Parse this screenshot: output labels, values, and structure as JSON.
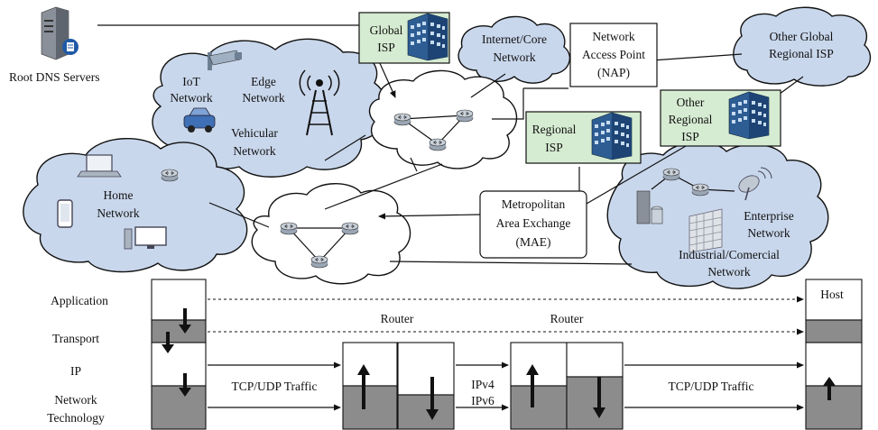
{
  "nodes": {
    "root_dns": "Root DNS Servers",
    "global_isp": [
      "Global",
      "ISP"
    ],
    "internet_core": [
      "Internet/Core",
      "Network"
    ],
    "nap": [
      "Network",
      "Access Point",
      "(NAP)"
    ],
    "other_global": [
      "Other Global",
      "Regional ISP"
    ],
    "iot": [
      "IoT",
      "Network"
    ],
    "edge": [
      "Edge",
      "Network"
    ],
    "vehicular": [
      "Vehicular",
      "Network"
    ],
    "regional_isp": [
      "Regional",
      "ISP"
    ],
    "other_regional": [
      "Other",
      "Regional",
      "ISP"
    ],
    "home": [
      "Home",
      "Network"
    ],
    "mae": [
      "Metropolitan",
      "Area Exchange",
      "(MAE)"
    ],
    "enterprise": [
      "Enterprise",
      "Network"
    ],
    "industrial": [
      "Industrial/Comercial",
      "Network"
    ]
  },
  "stack": {
    "layers": [
      "Application",
      "Transport",
      "IP",
      "Network",
      "Technology"
    ],
    "host": "Host",
    "router1": "Router",
    "router2": "Router",
    "traffic_left": "TCP/UDP Traffic",
    "traffic_right": "TCP/UDP Traffic",
    "ipv4": "IPv4",
    "ipv6": "IPv6"
  },
  "colors": {
    "cloud_fill": "#c9d7ec",
    "isp_fill": "#d6ecd2",
    "layer_gray": "#8c8c8c",
    "building": "#2d5d93"
  }
}
